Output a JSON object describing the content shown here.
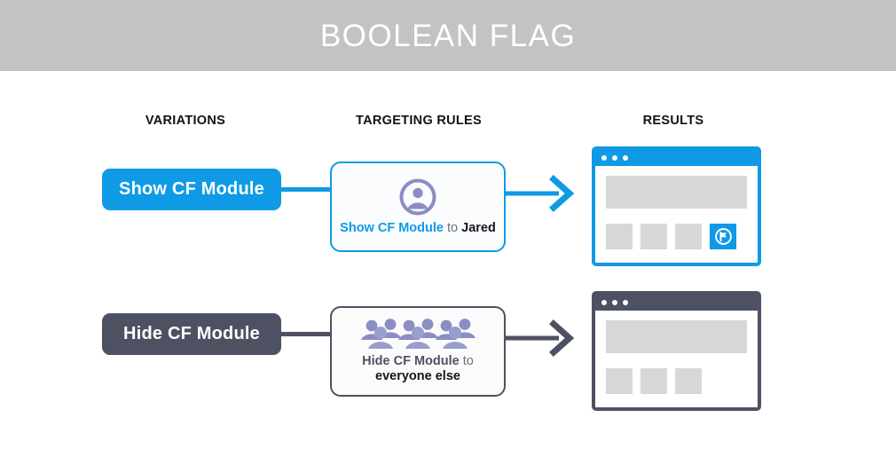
{
  "header": {
    "title": "BOOLEAN FLAG",
    "background_color": "#c3c3c3",
    "text_color": "#ffffff"
  },
  "columns": {
    "variations": "VARIATIONS",
    "targeting_rules": "TARGETING RULES",
    "results": "RESULTS"
  },
  "colors": {
    "accent_blue": "#0f9ae5",
    "slate": "#4e5162",
    "icon_purple": "#8a8ec2",
    "block_gray": "#d6d7d9"
  },
  "rows": [
    {
      "variation": {
        "label": "Show CF Module",
        "state": "on",
        "color": "#0f9ae5"
      },
      "rule": {
        "icon": "user-avatar-icon",
        "text_variation": "Show CF Module",
        "text_connector": " to ",
        "text_audience": "Jared",
        "border_color": "#0f9ae5"
      },
      "arrow": {
        "name": "flow-arrow-on",
        "color": "#0f9ae5"
      },
      "result": {
        "name": "browser-window-with-cf-module",
        "titlebar_color": "#0f9ae5",
        "dots": 3,
        "tiles": [
          "gray",
          "gray",
          "gray",
          "cf-module"
        ],
        "cf_icon": "flag-badge-icon"
      }
    },
    {
      "variation": {
        "label": "Hide CF Module",
        "state": "off",
        "color": "#4e5162"
      },
      "rule": {
        "icon": "people-group-icon",
        "text_variation": "Hide CF Module",
        "text_connector": " to",
        "text_audience": "everyone else",
        "border_color": "#4e5162"
      },
      "arrow": {
        "name": "flow-arrow-off",
        "color": "#4e5162"
      },
      "result": {
        "name": "browser-window-without-cf-module",
        "titlebar_color": "#4e5162",
        "dots": 3,
        "tiles": [
          "gray",
          "gray",
          "gray"
        ],
        "cf_icon": null
      }
    }
  ]
}
